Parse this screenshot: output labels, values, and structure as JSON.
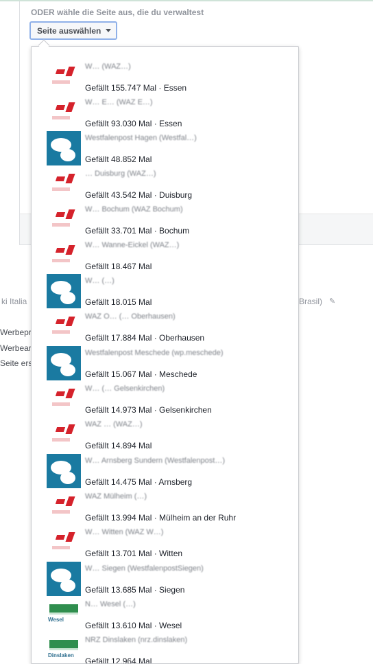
{
  "header": {
    "instruction": "ODER wähle die Seite aus, die du verwaltest",
    "select_label": "Seite auswählen"
  },
  "background": {
    "lang_left": "ki  Italia",
    "lang_right": "Brasil)",
    "side_1": "Werbepr",
    "side_2": "Werbear",
    "side_3": "Seite ers"
  },
  "pages": [
    {
      "name": "W… (WAZ…)",
      "likes": "Gefällt 155.747 Mal · Essen",
      "thumb": "red"
    },
    {
      "name": "W… E… (WAZ E…)",
      "likes": "Gefällt 93.030 Mal · Essen",
      "thumb": "red"
    },
    {
      "name": "Westfalenpost Hagen (Westfal…)",
      "likes": "Gefällt 48.852 Mal",
      "thumb": "blue"
    },
    {
      "name": "… Duisburg (WAZ…)",
      "likes": "Gefällt 43.542 Mal · Duisburg",
      "thumb": "red"
    },
    {
      "name": "W… Bochum (WAZ Bochum)",
      "likes": "Gefällt 33.701 Mal · Bochum",
      "thumb": "red"
    },
    {
      "name": "W… Wanne-Eickel (WAZ…)",
      "likes": "Gefällt 18.467 Mal",
      "thumb": "red"
    },
    {
      "name": "W… (…)",
      "likes": "Gefällt 18.015 Mal",
      "thumb": "blue"
    },
    {
      "name": "WAZ O… (… Oberhausen)",
      "likes": "Gefällt 17.884 Mal · Oberhausen",
      "thumb": "red"
    },
    {
      "name": "Westfalenpost Meschede (wp.meschede)",
      "likes": "Gefällt 15.067 Mal · Meschede",
      "thumb": "blue"
    },
    {
      "name": "W… (… Gelsenkirchen)",
      "likes": "Gefällt 14.973 Mal · Gelsenkirchen",
      "thumb": "red"
    },
    {
      "name": "WAZ … (WAZ…)",
      "likes": "Gefällt 14.894 Mal",
      "thumb": "red"
    },
    {
      "name": "W… Arnsberg Sundern (Westfalenpost…)",
      "likes": "Gefällt 14.475 Mal · Arnsberg",
      "thumb": "blue"
    },
    {
      "name": "WAZ Mülheim (…)",
      "likes": "Gefällt 13.994 Mal · Mülheim an der Ruhr",
      "thumb": "red"
    },
    {
      "name": "W… Witten (WAZ W…)",
      "likes": "Gefällt 13.701 Mal · Witten",
      "thumb": "red"
    },
    {
      "name": "W… Siegen (WestfalenpostSiegen)",
      "likes": "Gefällt 13.685 Mal · Siegen",
      "thumb": "blue"
    },
    {
      "name": "N… Wesel (…)",
      "likes": "Gefällt 13.610 Mal · Wesel",
      "thumb": "green",
      "thumb_text": "Wesel"
    },
    {
      "name": "NRZ Dinslaken (nrz.dinslaken)",
      "likes": "Gefällt 12.964 Mal",
      "thumb": "green",
      "thumb_text": "Dinslaken"
    }
  ]
}
